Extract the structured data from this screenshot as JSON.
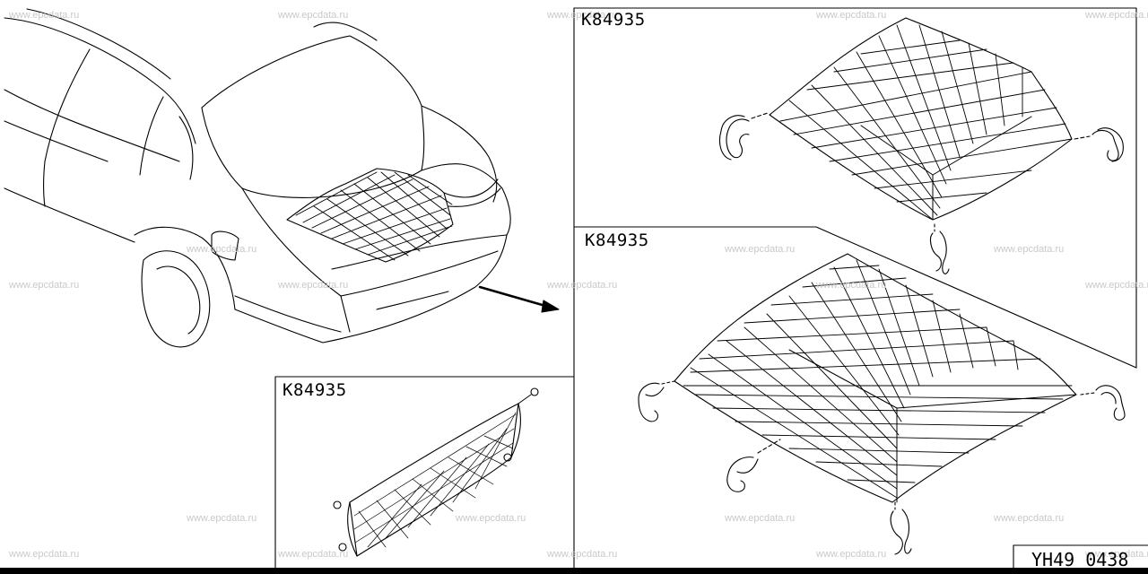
{
  "watermark": "www.epcdata.ru",
  "panels": {
    "top_right": {
      "part_no": "K84935"
    },
    "middle_right": {
      "part_no": "K84935"
    },
    "bottom_left": {
      "part_no": "K84935"
    }
  },
  "diagram_code": "YH49 0438",
  "icons": [
    "car-rear-outline",
    "cargo-net",
    "hook-clip",
    "arrow"
  ]
}
